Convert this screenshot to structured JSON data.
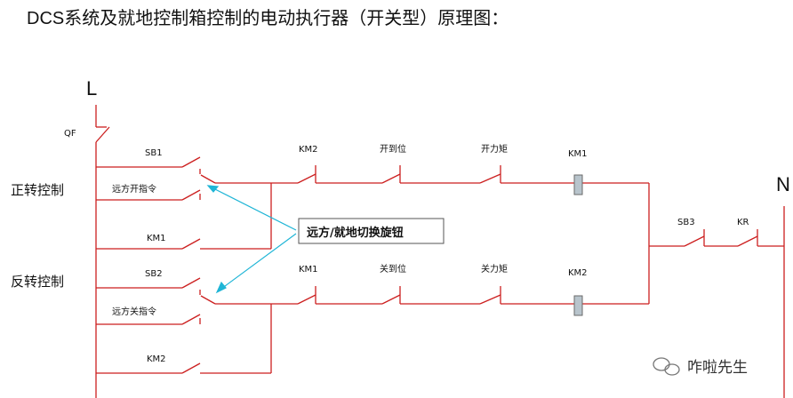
{
  "title": "DCS系统及就地控制箱控制的电动执行器（开关型）原理图：",
  "supply": {
    "live": "L",
    "neutral": "N",
    "breaker": "QF"
  },
  "sections": {
    "forward": "正转控制",
    "reverse": "反转控制"
  },
  "contacts": {
    "sb1": "SB1",
    "remote_open": "远方开指令",
    "km1_hold": "KM1",
    "sb2": "SB2",
    "remote_close": "远方关指令",
    "km2_hold": "KM2",
    "km2_interlock": "KM2",
    "open_limit": "开到位",
    "open_torque": "开力矩",
    "km1_interlock": "KM1",
    "close_limit": "关到位",
    "close_torque": "关力矩",
    "sb3": "SB3",
    "kr": "KR"
  },
  "coils": {
    "km1": "KM1",
    "km2": "KM2"
  },
  "callout": "远方/就地切换旋钮",
  "watermark": "咋啦先生",
  "colors": {
    "wire": "#cc1f1f",
    "arrow": "#1fb5d6",
    "coil": "#b8c4cc"
  }
}
